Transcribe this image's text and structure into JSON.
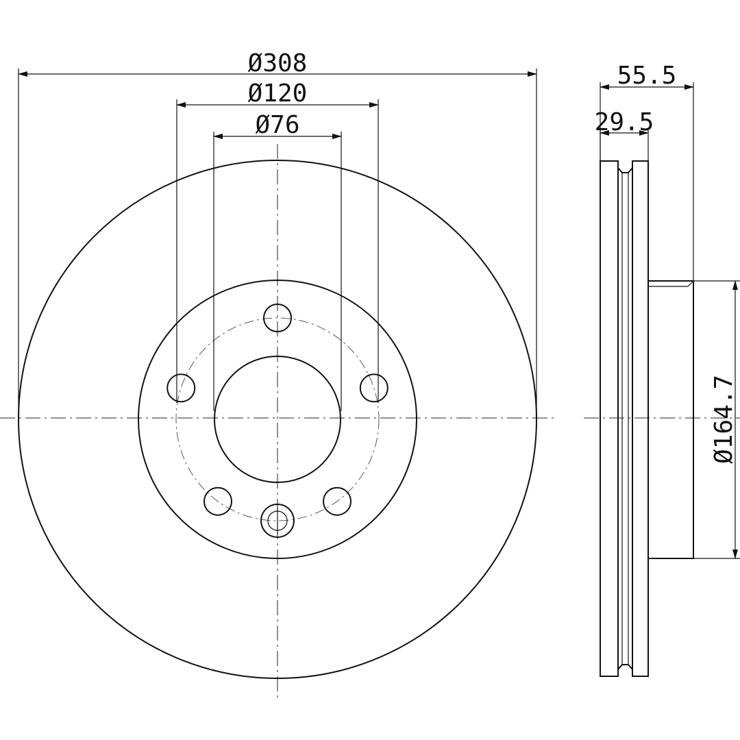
{
  "drawing": {
    "type": "brake-disc-technical-drawing",
    "line_color": "#111111",
    "background": "#ffffff",
    "bolt_hole_count": 5,
    "dimensions": {
      "outer_diameter": "Ø308",
      "pitch_circle_diameter": "Ø120",
      "center_bore_diameter": "Ø76",
      "total_height": "55.5",
      "thickness": "29.5",
      "hub_diameter": "Ø164.7"
    }
  }
}
